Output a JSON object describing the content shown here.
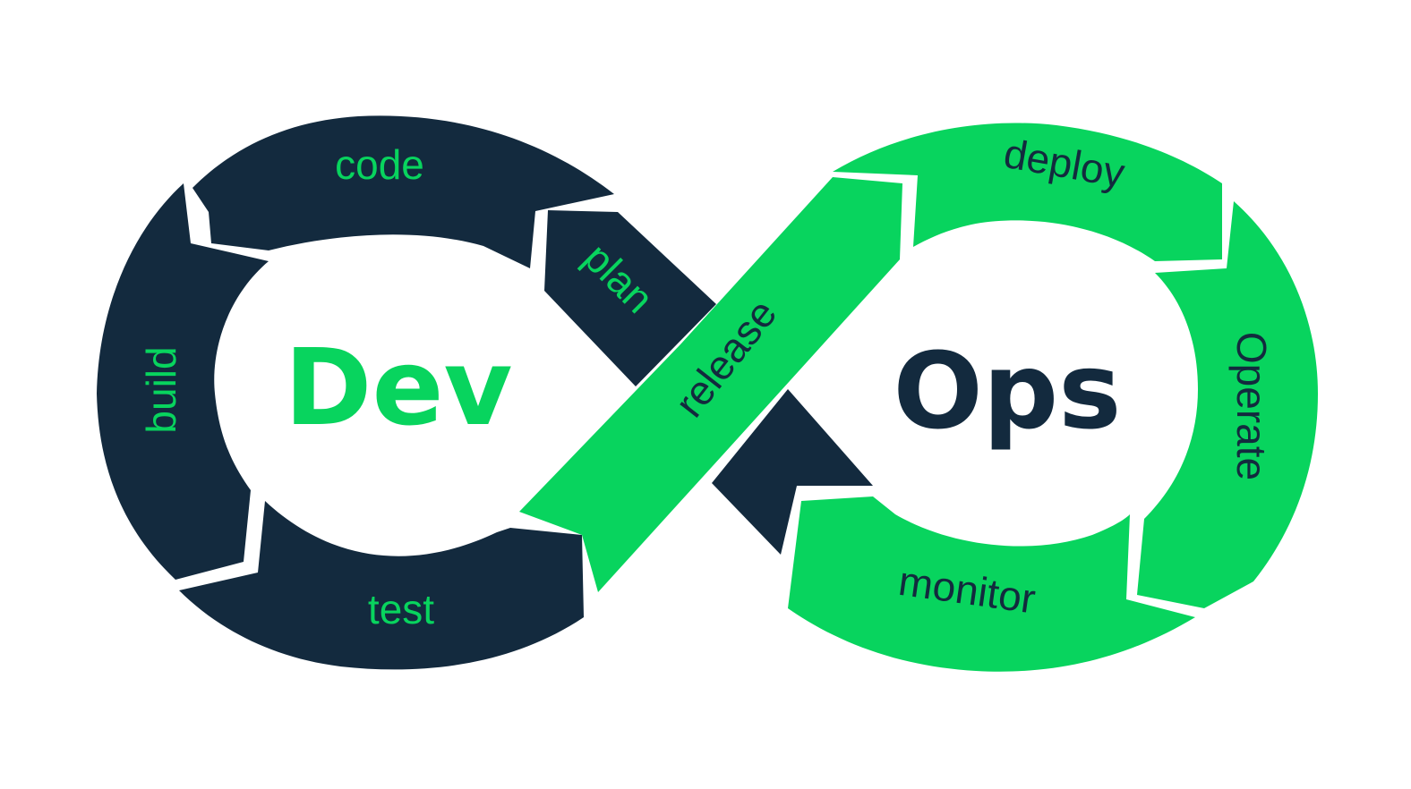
{
  "colors": {
    "dark": "#132a3e",
    "green": "#08d45e",
    "background": "#ffffff"
  },
  "center": {
    "dev": "Dev",
    "ops": "Ops"
  },
  "stages": {
    "code": "code",
    "plan": "plan",
    "build": "build",
    "test": "test",
    "release": "release",
    "deploy": "deploy",
    "operate": "Operate",
    "monitor": "monitor"
  }
}
